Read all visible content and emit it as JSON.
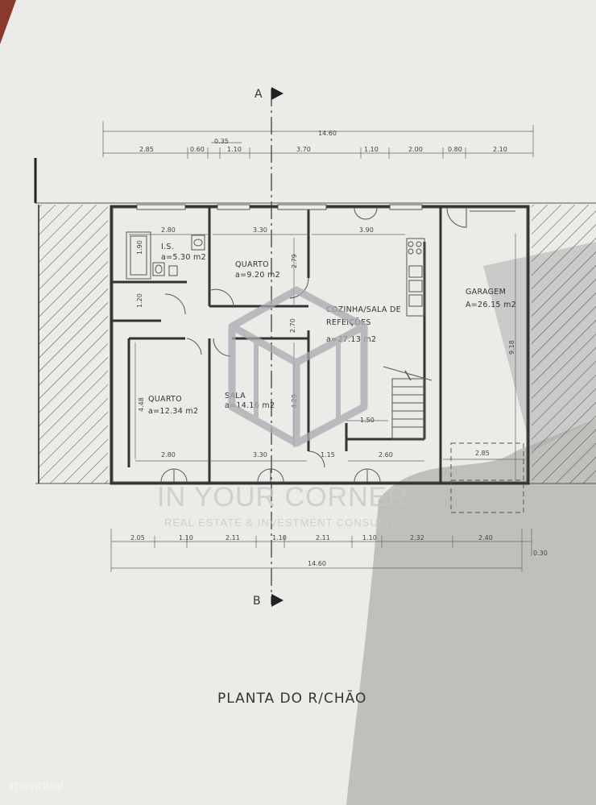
{
  "plan": {
    "title": "PLANTA DO R/CHÃO",
    "section_a": "A",
    "section_b": "B",
    "top_total": "14.60",
    "top_sub": "0.35",
    "top_dims": [
      "2.85",
      "0.60",
      "1.10",
      "3.70",
      "1.10",
      "2.00",
      "0.80",
      "2.10"
    ],
    "bottom_dims": [
      "2.05",
      "1.10",
      "2.11",
      "1.10",
      "2.11",
      "1.10",
      "2.32",
      "2.40"
    ],
    "bottom_total": "14.60",
    "bottom_extra": "0.30",
    "rooms": {
      "is": {
        "name": "I.S.",
        "area": "a=5.30 m2"
      },
      "quarto1": {
        "name": "QUARTO",
        "area": "a=9.20 m2"
      },
      "cozinha": {
        "name1": "COZINHA/SALA DE",
        "name2": "REFEIÇÕES",
        "area": "a=27.13 m2"
      },
      "garagem": {
        "name": "GARAGEM",
        "area": "A=26.15 m2"
      },
      "quarto2": {
        "name": "QUARTO",
        "area": "a=12.34 m2"
      },
      "sala": {
        "name": "SALA",
        "area": "a=14.16 m2"
      }
    },
    "inner_dims": {
      "is_w": "2.80",
      "q1_w": "3.30",
      "coz_w": "3.90",
      "is_h": "1.90",
      "hall_h": "1.20",
      "q1_h": "2.79",
      "coz_h": "2.70",
      "q2_h": "4.48",
      "sala_h": "4.29",
      "stair_w": "1.50",
      "gar_h": "9.18",
      "q2_b": "2.80",
      "sala_b": "3.30",
      "b_115": "1.15",
      "b_260": "2.60",
      "gar_b": "2.85"
    }
  },
  "watermark": {
    "title": "IN YOUR CORNER",
    "subtitle": "REAL ESTATE & INVESTMENT CONSULTING"
  },
  "portal": "imovirtual"
}
